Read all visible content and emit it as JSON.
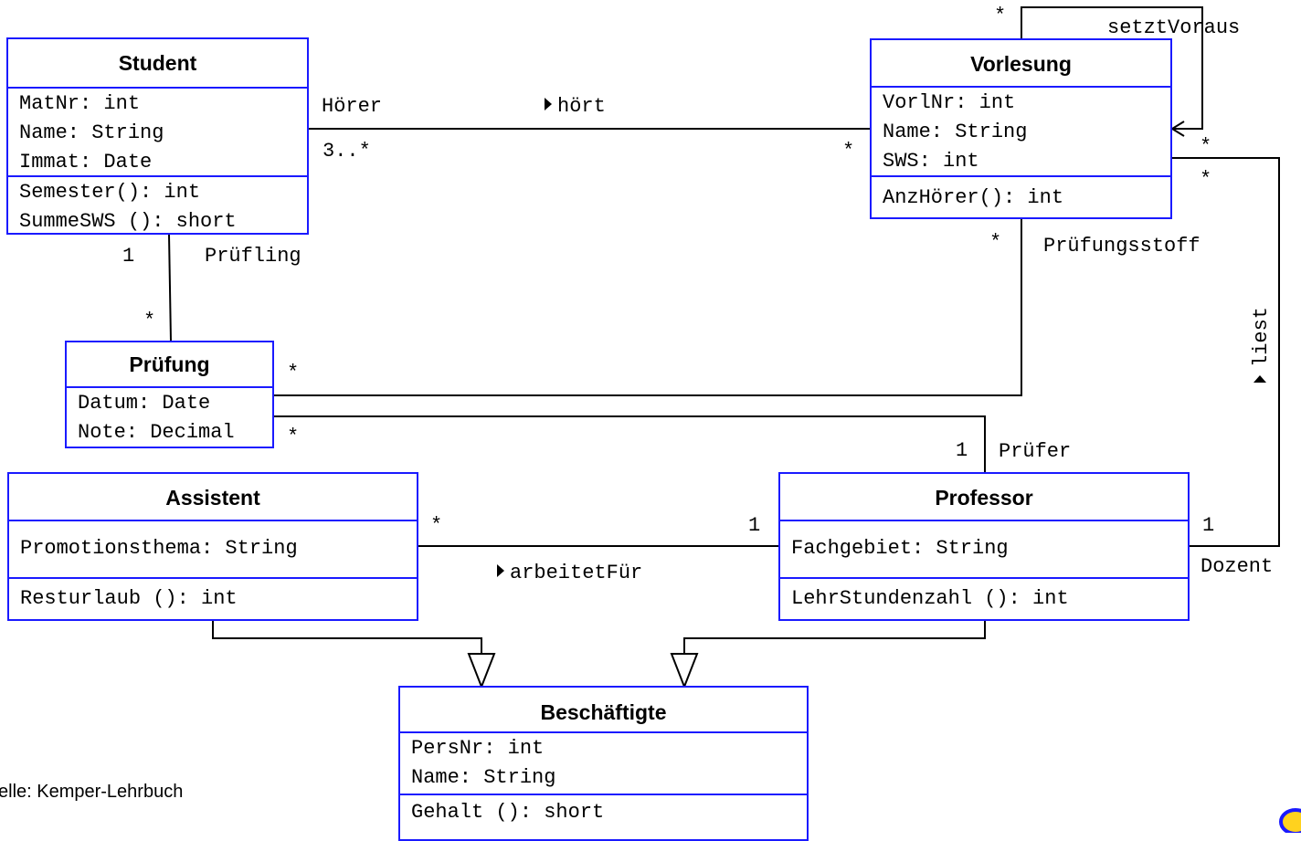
{
  "classes": {
    "student": {
      "name": "Student",
      "attributes": [
        "MatNr: int",
        "Name: String",
        "Immat: Date"
      ],
      "methods": [
        "Semester(): int",
        "SummeSWS (): short"
      ]
    },
    "vorlesung": {
      "name": "Vorlesung",
      "attributes": [
        "VorlNr: int",
        "Name: String",
        "SWS: int"
      ],
      "methods": [
        "AnzHörer(): int"
      ]
    },
    "pruefung": {
      "name": "Prüfung",
      "attributes": [
        "Datum: Date",
        "Note: Decimal"
      ]
    },
    "assistent": {
      "name": "Assistent",
      "attributes": [
        "Promotionsthema: String"
      ],
      "methods": [
        "Resturlaub (): int"
      ]
    },
    "professor": {
      "name": "Professor",
      "attributes": [
        "Fachgebiet: String"
      ],
      "methods": [
        "LehrStundenzahl (): int"
      ]
    },
    "beschaeftigte": {
      "name": "Beschäftigte",
      "attributes": [
        "PersNr: int",
        "Name: String"
      ],
      "methods": [
        "Gehalt (): short"
      ]
    }
  },
  "associations": {
    "hoert": {
      "name": "hört",
      "role_student": "Hörer",
      "mult_student": "3..*",
      "mult_vorlesung": "*"
    },
    "setztVoraus": {
      "name": "setztVoraus",
      "mult_top": "*",
      "mult_side": "*"
    },
    "pruefling": {
      "role": "Prüfling",
      "mult_student": "1",
      "mult_pruefung": "*"
    },
    "pruefungsstoff": {
      "role": "Prüfungsstoff",
      "mult_vorlesung": "*",
      "mult_pruefung": "*"
    },
    "pruefer": {
      "role": "Prüfer",
      "mult_professor": "1",
      "mult_pruefung": "*"
    },
    "liest": {
      "name": "liest",
      "role": "Dozent",
      "mult_vorlesung": "*",
      "mult_professor": "1"
    },
    "arbeitetFuer": {
      "name": "arbeitetFür",
      "mult_assistent": "*",
      "mult_professor": "1"
    }
  },
  "source": "elle: Kemper-Lehrbuch"
}
